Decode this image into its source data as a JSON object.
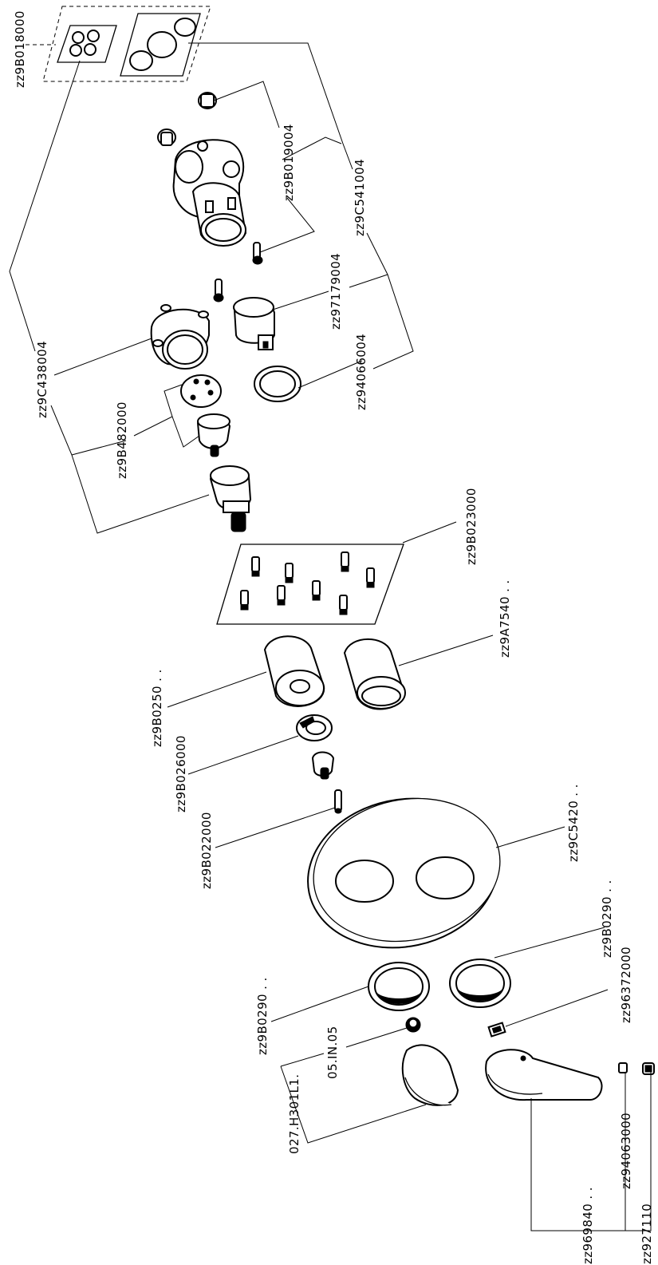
{
  "parts": [
    {
      "key": "zz9B018000",
      "label": "zz9B018000"
    },
    {
      "key": "zz9B019004",
      "label": "zz9B019004"
    },
    {
      "key": "zz9C541004",
      "label": "zz9C541004"
    },
    {
      "key": "zz97179004",
      "label": "zz97179004"
    },
    {
      "key": "zz9C438004",
      "label": "zz9C438004"
    },
    {
      "key": "zz94066004",
      "label": "zz94066004"
    },
    {
      "key": "zz9B482000",
      "label": "zz9B482000"
    },
    {
      "key": "zz9B023000",
      "label": "zz9B023000"
    },
    {
      "key": "zz9A7540",
      "label": "zz9A7540 . ."
    },
    {
      "key": "zz9B0250",
      "label": "zz9B0250 . ."
    },
    {
      "key": "zz9B026000",
      "label": "zz9B026000"
    },
    {
      "key": "zz9B022000",
      "label": "zz9B022000"
    },
    {
      "key": "zz9C5420",
      "label": "zz9C5420 . ."
    },
    {
      "key": "zz9B0290-right",
      "label": "zz9B0290 . ."
    },
    {
      "key": "zz96372000",
      "label": "zz96372000"
    },
    {
      "key": "zz9B0290-left",
      "label": "zz9B0290 . ."
    },
    {
      "key": "05.IN.05",
      "label": "05.IN.05"
    },
    {
      "key": "027.H301L1",
      "label": "027.H301L1."
    },
    {
      "key": "zz94063000",
      "label": "zz94063000"
    },
    {
      "key": "zz969840",
      "label": "zz969840 . ."
    },
    {
      "key": "zz927110",
      "label": "zz927110"
    }
  ]
}
